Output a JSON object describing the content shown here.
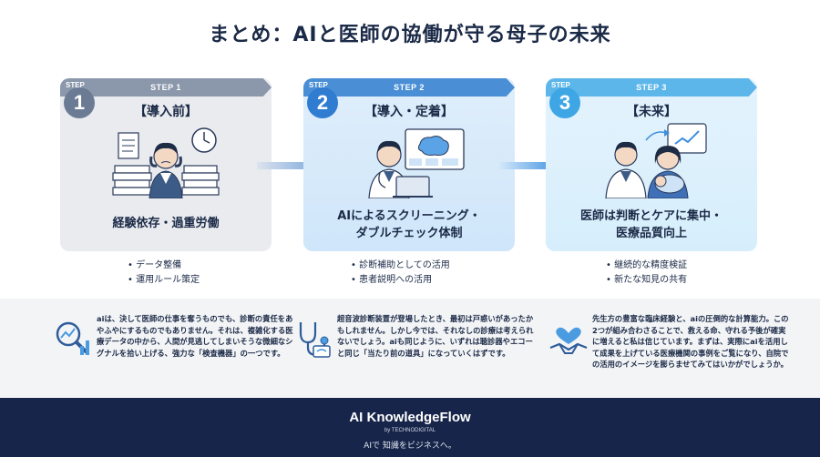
{
  "title": "まとめ：AIと医師の協働が守る母子の未来",
  "steps": [
    {
      "bar_label": "STEP 1",
      "badge_label": "STEP",
      "badge_number": "1",
      "heading": "【導入前】",
      "caption_lines": [
        "経験依存・過重労働"
      ],
      "bullets": [
        "データ整備",
        "運用ルール策定"
      ],
      "accent": "#8b97ab"
    },
    {
      "bar_label": "STEP 2",
      "badge_label": "STEP",
      "badge_number": "2",
      "heading": "【導入・定着】",
      "caption_lines": [
        "AIによるスクリーニング・",
        "ダブルチェック体制"
      ],
      "bullets": [
        "診断補助としての活用",
        "患者説明への活用"
      ],
      "accent": "#4a8fd6"
    },
    {
      "bar_label": "STEP 3",
      "badge_label": "STEP",
      "badge_number": "3",
      "heading": "【未来】",
      "caption_lines": [
        "医師は判断とケアに集中・",
        "医療品質向上"
      ],
      "bullets": [
        "継続的な精度検証",
        "新たな知見の共有"
      ],
      "accent": "#5db6ea"
    }
  ],
  "info": [
    {
      "icon": "magnifier-chart-icon",
      "text": "aiは、決して医師の仕事を奪うものでも、診断の責任をあやふやにするものでもありません。それは、複雑化する医療データの中から、人間が見逃してしまいそうな微細なシグナルを拾い上げる、強力な「検査機器」の一つです。"
    },
    {
      "icon": "stethoscope-icon",
      "text": "超音波診断装置が登場したとき、最初は戸惑いがあったかもしれません。しかし今では、それなしの診療は考えられないでしょう。aiも同じように、いずれは聴診器やエコーと同じ「当たり前の道具」になっていくはずです。"
    },
    {
      "icon": "handshake-heart-icon",
      "text": "先生方の豊富な臨床経験と、aiの圧倒的な計算能力。この2つが組み合わさることで、救える命、守れる予後が確実に増えると私は信じています。まずは、実際にaiを活用して成果を上げている医療機関の事例をご覧になり、自院での活用のイメージを膨らませてみてはいかがでしょうか。"
    }
  ],
  "footer": {
    "brand": "AI KnowledgeFlow",
    "by": "by TECHNODIGITAL",
    "tagline": "AIで 知識をビジネスへ。"
  }
}
